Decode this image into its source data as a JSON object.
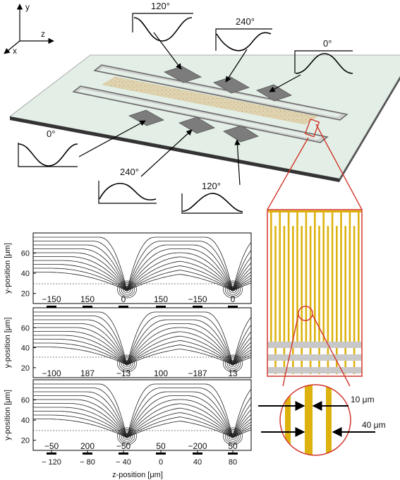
{
  "axes3d": {
    "y": "y",
    "z": "z",
    "x": "x"
  },
  "phase_labels": {
    "top_a": "120°",
    "top_b": "240°",
    "top_c": "0°",
    "bot_a": "0°",
    "bot_b": "240°",
    "bot_c": "120°"
  },
  "electrode_potentials": [
    [
      "−150",
      "150",
      "0",
      "150",
      "−150",
      "0"
    ],
    [
      "−100",
      "187",
      "−13",
      "100",
      "−187",
      "13"
    ],
    [
      "−50",
      "200",
      "−50",
      "50",
      "−200",
      "50"
    ]
  ],
  "y_ticks": [
    "60",
    "40",
    "20"
  ],
  "y_axis_label": "y-position [μm]",
  "x_ticks": [
    "− 120",
    "− 80",
    "− 40",
    "0",
    "40",
    "80"
  ],
  "x_axis_label": "z-position [μm]",
  "dimensions": {
    "gap": "10 μm",
    "width": "40 μm"
  },
  "colors": {
    "gold": "#ddb20e",
    "chip": "#e3efe6",
    "pad": "#7c7c7c",
    "zoom": "#d0352b"
  }
}
